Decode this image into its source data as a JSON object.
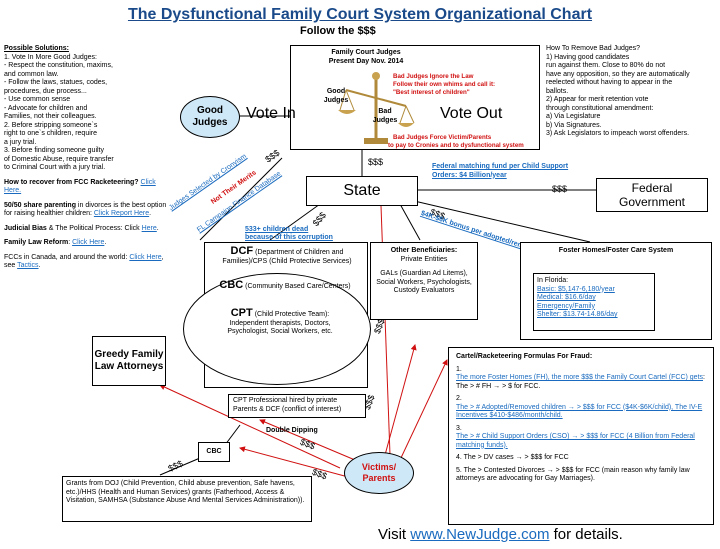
{
  "title": "The Dysfunctional Family Court System Organizational Chart",
  "subtitle": "Follow the $$$",
  "left_panel": {
    "possible_solutions_heading": "Possible Solutions:",
    "lines": [
      "1. Vote In More Good Judges:",
      "- Respect the constitution, maxims,",
      "and common law.",
      "- Follow the laws, statues, codes,",
      "procedures, due process...",
      "- Use common sense",
      "- Advocate for children and",
      "Families, not their colleagues.",
      "2. Before stripping someone`s",
      "right to one`s children, require",
      "a jury trial.",
      "3. Before finding someone guilty",
      "of Domestic Abuse, require transfer",
      "to Criminal Court with a jury trial."
    ],
    "recover_heading": "How to recover from FCC Racketeering?",
    "recover_link": "Click Here.",
    "parenting_bold": "50/50 share parenting",
    "parenting_text": " in divorces is the best option for raising healthier children:",
    "parenting_link": "Click Report Here",
    "bias_bold": "Judicial Bias",
    "bias_text": " & The Political Process: Click",
    "bias_link": "Here",
    "reform_bold": "Family Law Reform",
    "reform_text": ": ",
    "reform_link": "Click Here",
    "fcc_text": "FCCs in Canada, and around the world:",
    "fcc_link1": "Click Here",
    "fcc_mid": ", see",
    "fcc_link2": "Tactics"
  },
  "right_panel": {
    "heading": "How To Remove Bad Judges?",
    "lines": [
      "1) Having good candidates",
      "run against them. Close to 80% do not",
      "have any opposition, so they are automatically",
      "reelected without having to appear in the",
      "ballots.",
      "2) Appear for merit retention vote",
      "through constitutional amendment:",
      "a) Via Legislature",
      "b) Via Signatures.",
      "3) Ask Legislators to impeach worst offenders."
    ]
  },
  "judges_box": {
    "heading1": "Family Court Judges",
    "heading2": "Present Day Nov. 2014",
    "good_judges": "Good Judges",
    "bad_judges": "Bad Judges",
    "bad_ignore": "Bad Judges Ignore the Law",
    "follow_whims": "Follow their own whims and call it:",
    "best_interest": "\"Best interest of children\"",
    "force_victims1": "Bad Judges Force Victim/Parents",
    "force_victims2": "to pay to Cronies and to dysfunctional system"
  },
  "good_judges_oval": "Good Judges",
  "vote_in": "Vote In",
  "vote_out": "Vote Out",
  "state": "State",
  "federal_gov": "Federal Government",
  "dollars": "$$$",
  "federal_matching": "Federal matching fund per Child Support Orders: $4 Billion/year",
  "bonus_text": "$4K-$6K bonus per adopted/removed child",
  "judges_selected": "Judges Selected by Cronyism",
  "not_merit": "Not Their Merits",
  "campaign_db": "FL Campaign Finance Database",
  "children_dead1": "533+ children dead",
  "children_dead2": "because of this corruption",
  "dcf": {
    "label": "DCF",
    "desc": "(Department of Children and Families)/CPS (Child Protective Services)"
  },
  "cbc": {
    "label": "CBC",
    "desc": "(Community Based Care/Centers)"
  },
  "cpt": {
    "label": "CPT",
    "desc": "(Child Protective Team): Independent therapists, Doctors, Psychologist, Social Workers, etc."
  },
  "other_beneficiaries": {
    "heading": "Other Beneficiaries:",
    "sub": "Private Entities",
    "body": "GALs (Guardian Ad Litems), Social Workers, Psychologists, Custody Evaluators"
  },
  "foster": {
    "heading": "Foster Homes/Foster Care System",
    "in_florida": "In Florida:",
    "basic": "Basic: $5,147-6,180/year",
    "medical": "Medical: $16.6/day",
    "emergency": "Emergency/Family",
    "shelter": "Shelter: $13.74-14.86/day"
  },
  "attorneys": "Greedy Family Law Attorneys",
  "cpt_hired": "CPT Professional hired by private Parents & DCF (conflict of interest)",
  "double_dipping": "Double Dipping",
  "cbc_small": "CBC",
  "victims": "Victims/ Parents",
  "grants": "Grants from DOJ (Child Prevention, Child abuse prevention, Safe havens, etc.)/HHS (Health and Human Services) grants (Fatherhood, Access & Visitation, SAMHSA (Substance Abuse And Mental Services Administration)).",
  "cartel": {
    "heading": "Cartel/Racketeering Formulas For Fraud:",
    "n1": "1.",
    "l1": "The more Foster Homes (FH), the more $$$ the Family Court Cartel (FCC) gets",
    "t1": ": The > # FH → > $ for FCC.",
    "n2": "2.",
    "l2": "The > # Adopted/Removed children → > $$$ for FCC ($4K-$6K/child), The IV-E Incentives $410-$486/month/child.",
    "n3": "3.",
    "l3": "The > # Child Support Orders (CSO) → > $$$ for FCC (4 Billion from Federal matching funds).",
    "t4": "4. The > DV cases → > $$$ for FCC",
    "t5": "5. The > Contested Divorces → > $$$ for FCC (main reason why family law attorneys are advocating for Gay Marriages)."
  },
  "footer": {
    "prefix": "Visit ",
    "link": "www.NewJudge.com",
    "suffix": " for details."
  }
}
